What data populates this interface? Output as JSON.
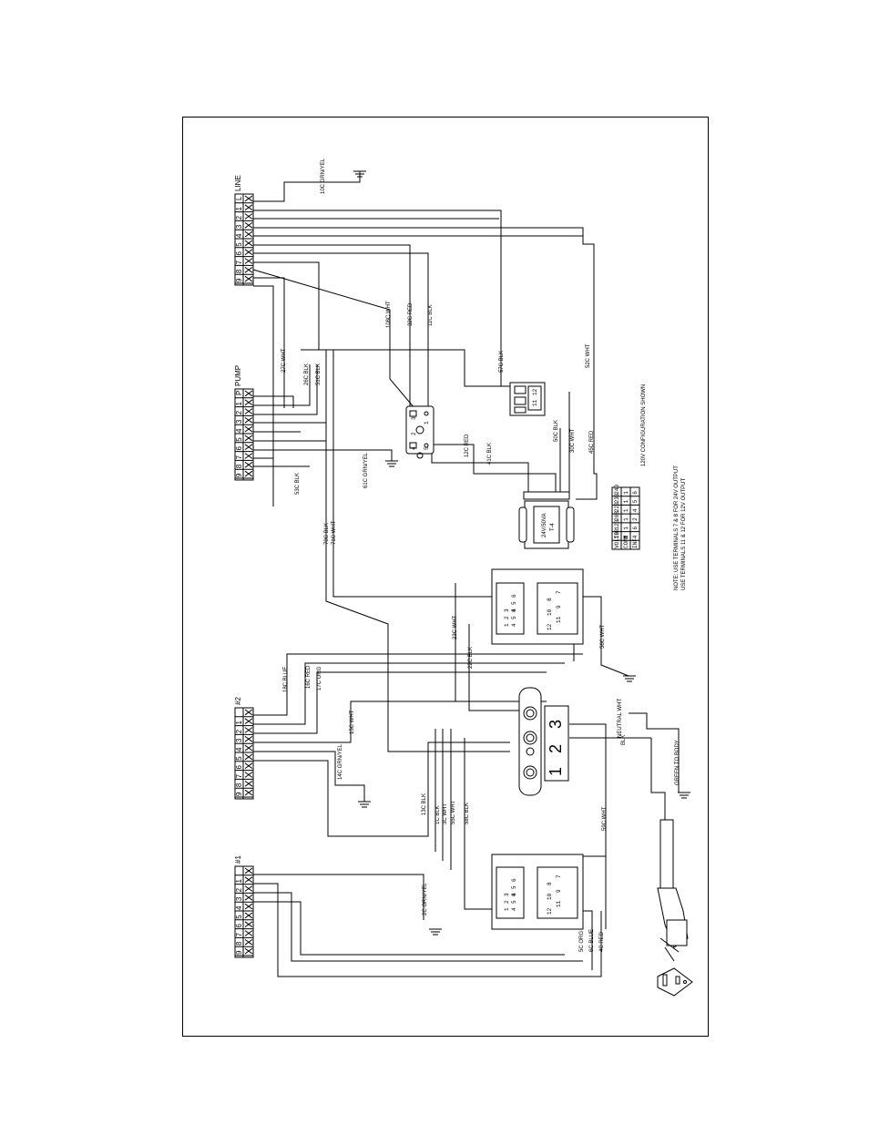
{
  "terminal_strips": [
    {
      "id": "line",
      "title": "LINE",
      "id_label": "L",
      "numbers": [
        "9",
        "8",
        "7",
        "6",
        "5",
        "4",
        "3",
        "2",
        "1"
      ]
    },
    {
      "id": "pump",
      "title": "PUMP",
      "id_label": "P",
      "numbers": [
        "9",
        "8",
        "7",
        "6",
        "5",
        "4",
        "3",
        "2",
        "1"
      ]
    },
    {
      "id": "no2",
      "title": "#2",
      "id_label": "",
      "numbers": [
        "9",
        "8",
        "7",
        "6",
        "5",
        "4",
        "3",
        "2",
        "1"
      ]
    },
    {
      "id": "no1",
      "title": "#1",
      "id_label": "",
      "numbers": [
        "9",
        "8",
        "7",
        "6",
        "5",
        "4",
        "3",
        "2",
        "1"
      ]
    }
  ],
  "wire_labels": [
    "10C GRN/YEL",
    "27C WHT",
    "26C BLK",
    "51C BLK",
    "108C WHT",
    "32C RED",
    "11C BLK",
    "57C BLK",
    "52C WHT",
    "53C BLK",
    "61C GRN/YEL",
    "12C RED",
    "41C BLK",
    "50C BLK",
    "30C WHT",
    "45C RED",
    "70C BLK",
    "71C WHT",
    "23C WHT",
    "22C BLK",
    "56C WHT",
    "18C BLUE",
    "16C RED",
    "17C ORG",
    "15C WHT",
    "14C GRN/YEL",
    "13C BLK",
    "1C BLK",
    "3C WHT",
    "55C WHT",
    "58C BLK",
    "2C GRN/YEL",
    "5C ORG",
    "6C BLUE",
    "4C RED",
    "59C WHT",
    "BLK",
    "NEUTRAL WHT",
    "GREEN TO BODY"
  ],
  "transformer": {
    "label": "24V/50VA",
    "id": "T-4"
  },
  "relay_numbers": [
    "3",
    "2",
    "1",
    "4",
    "5"
  ],
  "switch_numbers": [
    "12",
    "11"
  ],
  "thermostat_numbers": {
    "top": [
      "1",
      "2",
      "3",
      "4",
      "5",
      "6"
    ],
    "mid": [
      "4",
      "5",
      "6"
    ],
    "bottom": [
      "12",
      "11",
      "10",
      "9",
      "8",
      "7"
    ]
  },
  "heater_block_numbers": [
    "1",
    "2",
    "3"
  ],
  "table": {
    "headers": [
      "VOLTS",
      "COMM",
      "INF"
    ],
    "rows": [
      [
        "100",
        "1",
        "4"
      ],
      [
        "120",
        "1",
        "6"
      ],
      [
        "208",
        "1",
        "2"
      ],
      [
        "220",
        "1",
        "4"
      ],
      [
        "230",
        "1",
        "5"
      ],
      [
        "240",
        "1",
        "6"
      ]
    ]
  },
  "config_note": "120V CONFIGURATION SHOWN",
  "note_line1": "NOTE: USE TERMINALS 7 & 8 FOR 24V OUTPUT",
  "note_line2": "USE TERMINALS 11 & 12 FOR 12V OUTPUT"
}
